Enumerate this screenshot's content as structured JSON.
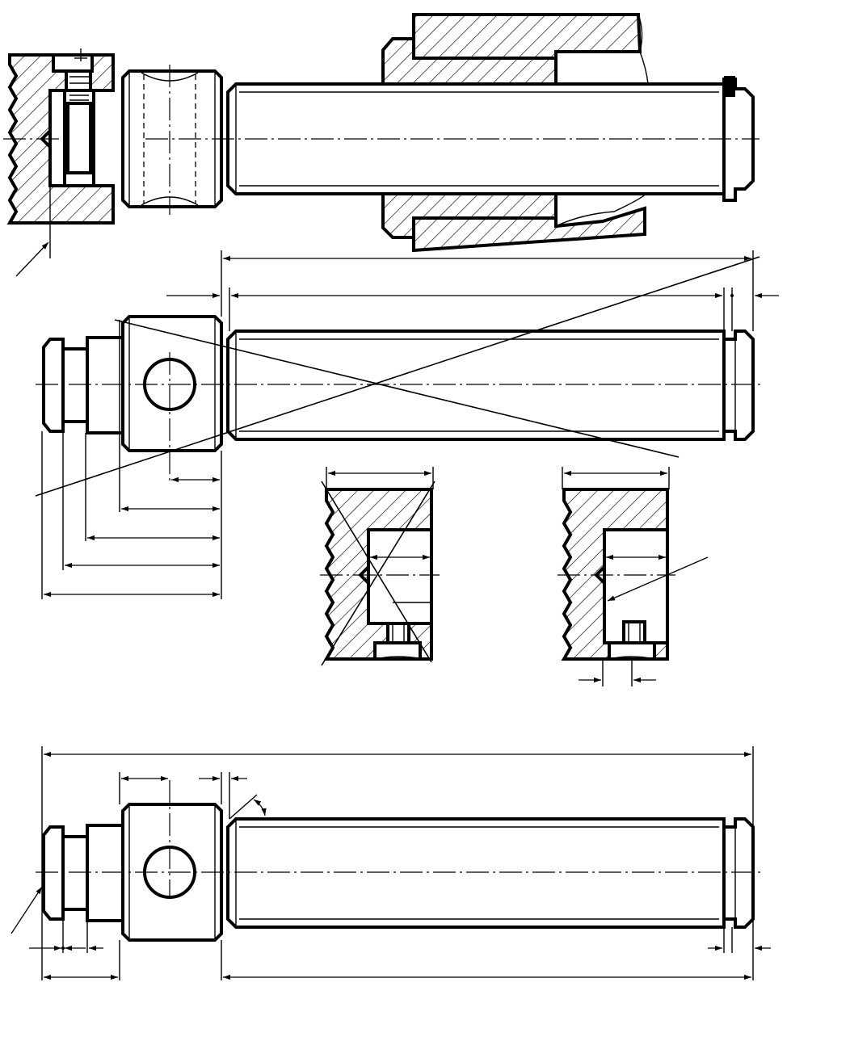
{
  "drawing": {
    "type": "engineering-drawing",
    "views": [
      {
        "id": "view-1",
        "content": "shaft-assembly-section",
        "sectioned_parts": [
          "housing-left",
          "sleeve-right"
        ]
      },
      {
        "id": "view-2",
        "content": "shaft-exercise-view",
        "crossed_out": true
      },
      {
        "id": "view-3",
        "content": "housing-section-options",
        "options": 2,
        "first_option_crossed_out": true
      },
      {
        "id": "view-4",
        "content": "shaft-final-view"
      }
    ],
    "colors": {
      "line": "#000000",
      "background": "#ffffff"
    },
    "text_labels": []
  }
}
